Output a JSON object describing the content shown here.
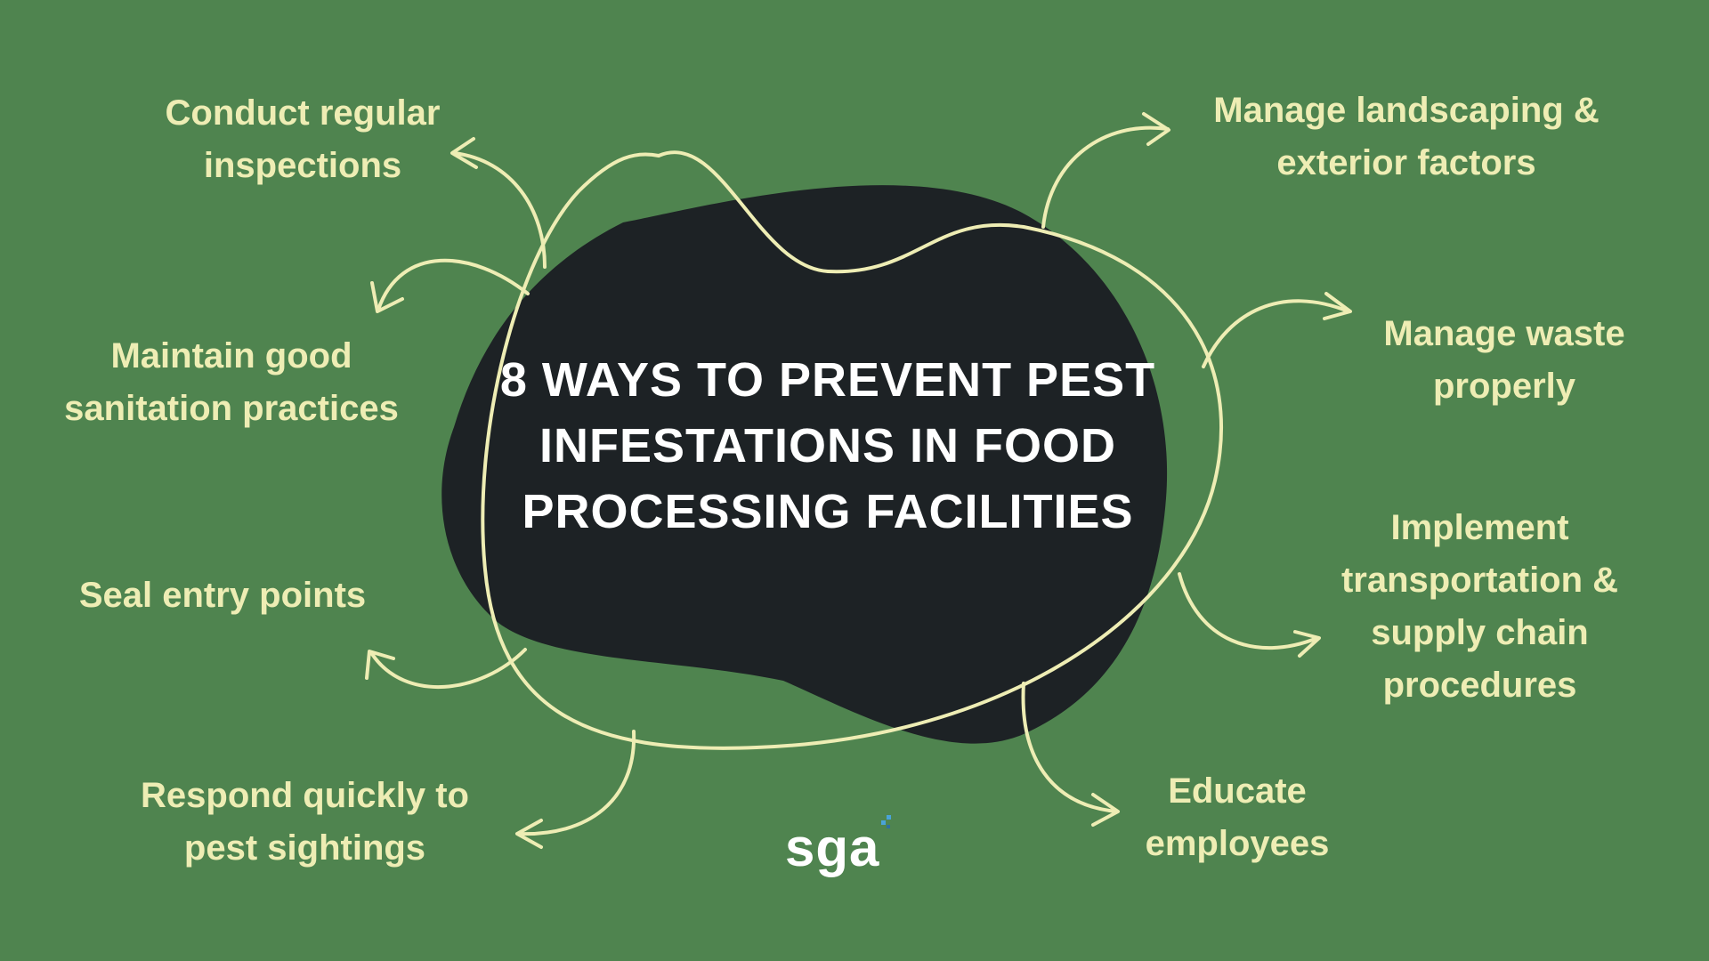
{
  "title": "8 WAYS TO PREVENT PEST INFESTATIONS IN FOOD PROCESSING FACILITIES",
  "logo": {
    "text": "sga",
    "mark_color": "#4aa3d8"
  },
  "colors": {
    "background": "#4f844f",
    "blob": "#1d2225",
    "line": "#eeedb4",
    "text": "#eeedb4",
    "title": "#ffffff"
  },
  "ways": [
    {
      "line1": "Conduct regular",
      "line2": "inspections"
    },
    {
      "line1": "Maintain good",
      "line2": "sanitation practices"
    },
    {
      "line1": "Seal entry points"
    },
    {
      "line1": "Respond quickly to",
      "line2": "pest sightings"
    },
    {
      "line1": "Manage landscaping &",
      "line2": "exterior factors"
    },
    {
      "line1": "Manage waste",
      "line2": "properly"
    },
    {
      "line1": "Implement",
      "line2": "transportation &",
      "line3": "supply chain",
      "line4": "procedures"
    },
    {
      "line1": "Educate",
      "line2": "employees"
    }
  ]
}
